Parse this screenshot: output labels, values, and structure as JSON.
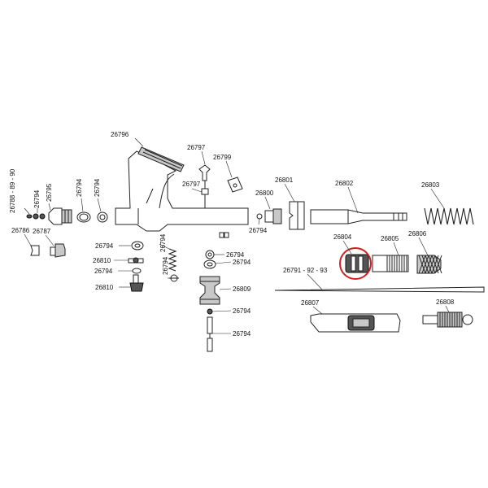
{
  "labels": {
    "p26796": "26796",
    "p26797a": "26797",
    "p26799": "26799",
    "p26797b": "26797",
    "p26788": "26788 - 89 - 90",
    "p26794_l1": "26794",
    "p26795": "26795",
    "p26794_l2": "26794",
    "p26794_l3": "26794",
    "p26786": "26786",
    "p26787": "26787",
    "p26794_m1": "26794",
    "p26794_m2": "26794",
    "p26810a": "26810",
    "p26794_m3": "26794",
    "p26810b": "26810",
    "p26794_m4": "26794",
    "p26794_c1": "26794",
    "p26794_c2": "26794",
    "p26809": "26809",
    "p26794_c3": "26794",
    "p26794_c4": "26794",
    "p26800": "26800",
    "p26801": "26801",
    "p26794_r1": "26794",
    "p26802": "26802",
    "p26803": "26803",
    "p26804": "26804",
    "p26805": "26805",
    "p26806": "26806",
    "p26791": "26791 - 92 - 93",
    "p26807": "26807",
    "p26808": "26808"
  },
  "highlight": {
    "part": "26804",
    "color": "#d42020"
  }
}
